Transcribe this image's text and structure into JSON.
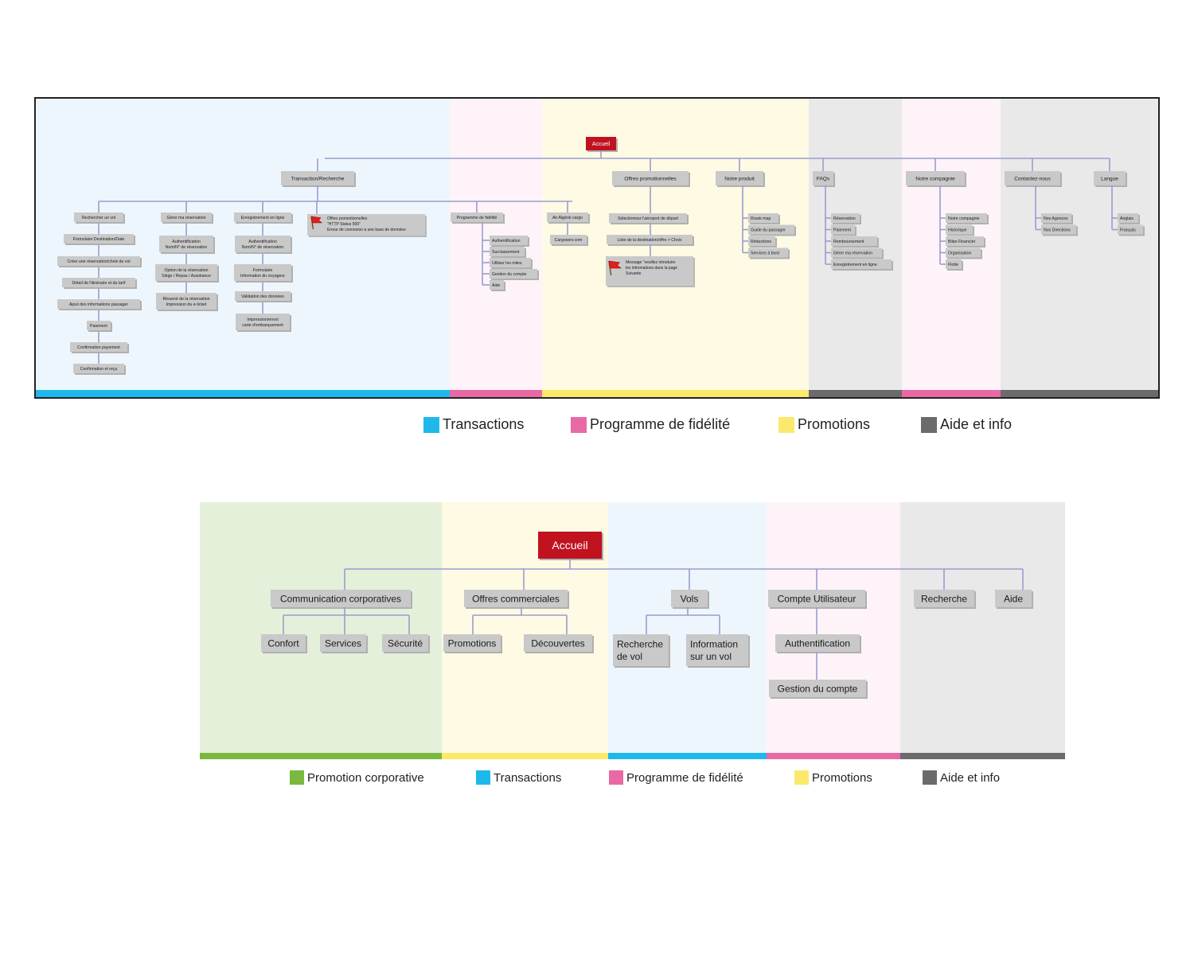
{
  "colors": {
    "transactions_bg": "#eef6fd",
    "fidelity_bg": "#fdf3f9",
    "promotions_bg": "#fefae3",
    "help_bg": "#e9e9e9",
    "corporate_bg": "#e4f0da",
    "transactions": "#1fb8ea",
    "fidelity": "#e86aa4",
    "promotions": "#fbe96c",
    "help": "#6b6b6b",
    "corporate": "#7ab83e",
    "connector": "#9a9ccf",
    "node_fill": "#c9c9c9",
    "root_fill": "#c1121f",
    "flag": "#e02020"
  },
  "map1": {
    "root": "Accueil",
    "sections": [
      {
        "label": "Transaction/Recherche"
      },
      {
        "label": "Offres promotionnelles"
      },
      {
        "label": "Notre produit"
      },
      {
        "label": "FAQs"
      },
      {
        "label": "Notre compagnie"
      },
      {
        "label": "Contactez-nous"
      },
      {
        "label": "Langue"
      }
    ],
    "transaction_branches": {
      "rechercher": [
        "Rechercher un vol",
        "Formulaire Destination/Date",
        "Créer une réservation/choix du vol",
        "Détail de l'itinéraire et du tarif",
        "Ajout des informations passager",
        "Paiement",
        "Confirmation payement",
        "Confirmation et reçu"
      ],
      "gerer": [
        "Gérer ma réservation",
        "Authentification\nNom/N° de réservation",
        "Option de la réservation\nSiège / Repas / Assistance",
        "Résumé de la réservation\nImpression du e-ticket"
      ],
      "enregistrement": [
        "Enregistrement en ligne",
        "Authentification\nNom/N° de réservation",
        "Formulaire\nInformation du voyageur",
        "Validation des données",
        "Impression/envoi\ncarte d'embarquement"
      ],
      "error_note": "Offres promotionnelles\n\"HTTP Status 500\"\nErreur de connexion à une base de données",
      "fidelite": [
        "Programme de fidélité",
        "Authentification",
        "Surclassement",
        "Utiliser les miles",
        "Gestion du compte",
        "Aide"
      ],
      "cargo": [
        "Air Algérie cargo",
        "Cargoserv.com"
      ]
    },
    "offres_branch": [
      "Sélectionnez l'aéroport de départ",
      "Liste de la destination/offre > Choix"
    ],
    "offres_note": "Message \"veuillez introduire\nles informations dans la page\nSuivante",
    "produit": [
      "Route map",
      "Guide du passager",
      "Réductions",
      "Services à bord"
    ],
    "faqs": [
      "Réservation",
      "Paiement",
      "Remboursement",
      "Gérer ma réservation",
      "Enregistrement en ligne"
    ],
    "compagnie": [
      "Notre compagnie",
      "Historique",
      "Bilan Financier",
      "Organisation",
      "Flotte"
    ],
    "contact": [
      "Nos Agences",
      "Nos Directions"
    ],
    "langue": [
      "Anglais",
      "Français"
    ]
  },
  "legend1": [
    {
      "label": "Transactions",
      "color": "#1fb8ea"
    },
    {
      "label": "Programme de fidélité",
      "color": "#e86aa4"
    },
    {
      "label": "Promotions",
      "color": "#fbe96c"
    },
    {
      "label": "Aide et info",
      "color": "#6b6b6b"
    }
  ],
  "map2": {
    "root": "Accueil",
    "sections": [
      {
        "label": "Communication corporatives",
        "children": [
          "Confort",
          "Services",
          "Sécurité"
        ]
      },
      {
        "label": "Offres commerciales",
        "children": [
          "Promotions",
          "Découvertes"
        ]
      },
      {
        "label": "Vols",
        "children": [
          "Recherche\nde vol",
          "Information\nsur un vol"
        ]
      },
      {
        "label": "Compte Utilisateur",
        "children": [
          "Authentification",
          "Gestion du compte"
        ]
      },
      {
        "label": "Recherche",
        "children": []
      },
      {
        "label": "Aide",
        "children": []
      }
    ]
  },
  "legend2": [
    {
      "label": "Promotion corporative",
      "color": "#7ab83e"
    },
    {
      "label": "Transactions",
      "color": "#1fb8ea"
    },
    {
      "label": "Programme de fidélité",
      "color": "#e86aa4"
    },
    {
      "label": "Promotions",
      "color": "#fbe96c"
    },
    {
      "label": "Aide et info",
      "color": "#6b6b6b"
    }
  ]
}
